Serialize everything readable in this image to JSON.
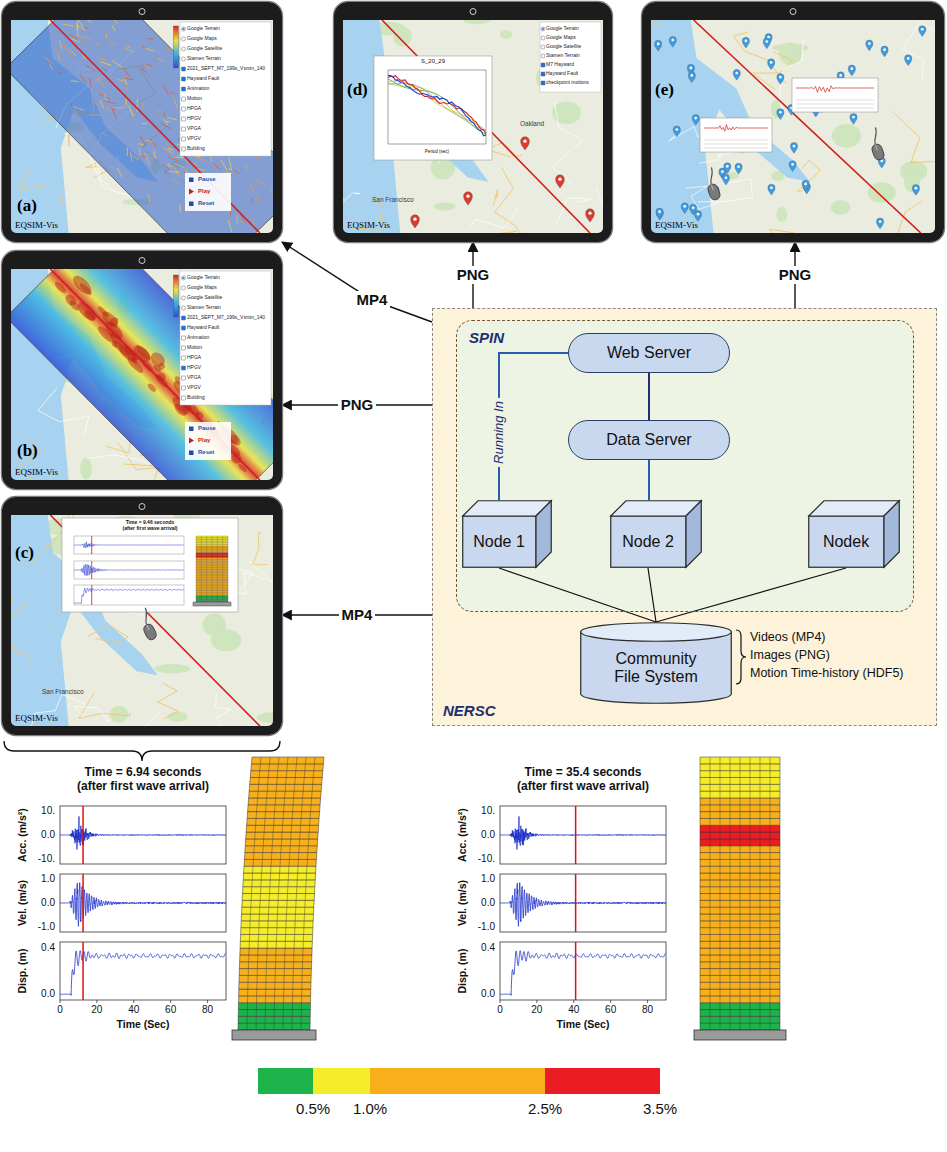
{
  "diagram": {
    "nodes": [
      {
        "text": [
          "(a)",
          "EQSIM-Vis"
        ]
      },
      {
        "text": [
          "(d)",
          "EQSIM-Vis"
        ]
      },
      {
        "text": [
          "(e)",
          "EQSIM-Vis"
        ]
      },
      {
        "text": [
          "(b)",
          "EQSIM-Vis"
        ]
      },
      {
        "text": [
          "(c)",
          "EQSIM-Vis"
        ]
      },
      {
        "text": [
          "NERSC"
        ]
      },
      {
        "text": [
          "SPIN"
        ],
        "in": 5
      },
      {
        "text": [
          "Web Server"
        ],
        "in": 6
      },
      {
        "text": [
          "Data Server"
        ],
        "in": 6
      },
      {
        "text": [
          "Node 1"
        ],
        "in": 6
      },
      {
        "text": [
          "Node 2"
        ],
        "in": 6
      },
      {
        "text": [
          "Nodek"
        ],
        "in": 6
      },
      {
        "text": [
          "Community File System"
        ],
        "in": 5
      }
    ],
    "edges": [
      {
        "from": 5,
        "to": 0,
        "label": "MP4",
        "arrow": "to"
      },
      {
        "from": 5,
        "to": 3,
        "label": "PNG",
        "arrow": "to"
      },
      {
        "from": 5,
        "to": 4,
        "label": "MP4",
        "arrow": "to"
      },
      {
        "from": 5,
        "to": 1,
        "label": "PNG",
        "arrow": "to"
      },
      {
        "from": 5,
        "to": 2,
        "label": "PNG",
        "arrow": "to"
      },
      {
        "from": 9,
        "to": 7,
        "label": "Running In",
        "arrow": "none"
      },
      {
        "from": 7,
        "to": 8,
        "arrow": "none"
      },
      {
        "from": 8,
        "to": 10,
        "arrow": "none"
      },
      {
        "from": 9,
        "to": 12,
        "arrow": "none"
      },
      {
        "from": 10,
        "to": 12,
        "arrow": "none"
      },
      {
        "from": 11,
        "to": 12,
        "arrow": "none"
      }
    ],
    "labels": [
      "Google Terrain",
      "Google Maps",
      "Google Satellite",
      "Stamen Terrain",
      "2021_SEPT_M7_199s_Vsmin_140",
      "Hayward Fault",
      "Animation",
      "Motion",
      "HPGA",
      "HPGV",
      "VPGA",
      "VPGV",
      "Building",
      "Pause",
      "Play",
      "Reset",
      "Google Terrain",
      "Google Maps",
      "Google Satellite",
      "Stamen Terrain",
      "2021_SEPT_M7_199s_Vsmin_140",
      "Hayward Fault",
      "Animation",
      "Motion",
      "HPGA",
      "HPGV",
      "VPGA",
      "VPGV",
      "Building",
      "Pause",
      "Play",
      "Reset",
      "Time = 9.46 seconds (after first wave arrival)",
      "San Francisco",
      "S_20_29",
      "Period (sec)",
      "San Francisco",
      "Oakland",
      "Google Terrain",
      "Google Maps",
      "Google Satellite",
      "Stamen Terrain",
      "M7 Hayward",
      "Hayward Fault",
      "checkpoint motions",
      "Videos (MP4)",
      "Images (PNG)",
      "Motion Time-history (HDF5)",
      "Time = 6.94 seconds (after first wave arrival)",
      "Acc. (m/s²)",
      "10.",
      "0.0",
      "-10.",
      "Vel. (m/s)",
      "1.0",
      "0.0",
      "-1.0",
      "Disp. (m)",
      "0.4",
      "0.0",
      "0",
      "20",
      "40",
      "60",
      "80",
      "Time (Sec)",
      "Time = 35.4 seconds (after first wave arrival)",
      "Acc. (m/s²)",
      "10.",
      "0.0",
      "-10.",
      "Vel. (m/s)",
      "1.0",
      "0.0",
      "-1.0",
      "Disp. (m)",
      "0.4",
      "0.0",
      "0",
      "20",
      "40",
      "60",
      "80",
      "Time (Sec)"
    ],
    "legend": [
      {
        "text": "0.5%",
        "color": "#1db34a"
      },
      {
        "text": "1.0%",
        "color": "#f5ec2a"
      },
      {
        "text": "2.5%",
        "color": "#f7b01b"
      },
      {
        "text": "3.5%",
        "color": "#ec1c24"
      }
    ]
  }
}
